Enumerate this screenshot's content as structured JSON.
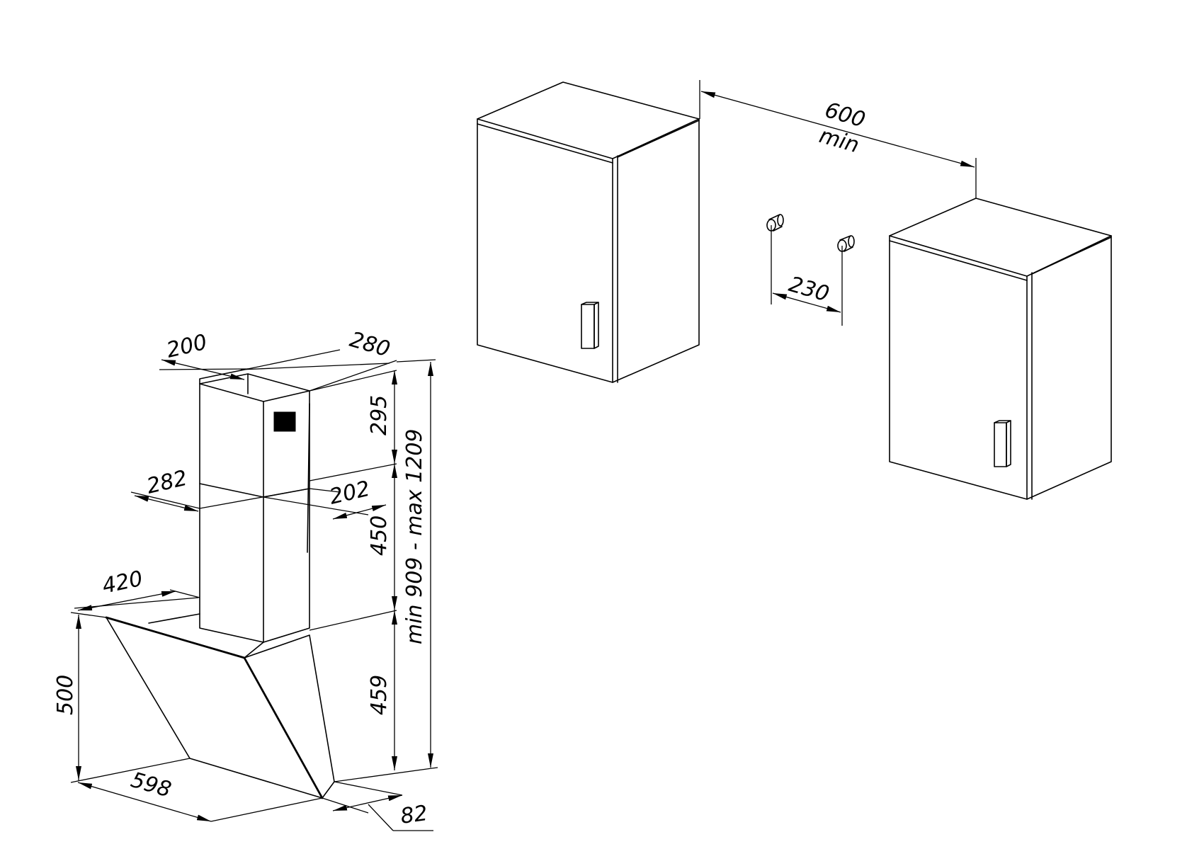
{
  "dimensions": {
    "chimney_top_depth": "200",
    "chimney_top_width": "280",
    "upper_chimney_height": "295",
    "lower_chimney_width": "282",
    "lower_chimney_depth": "202",
    "lower_chimney_height": "450",
    "total_height_range": "min 909 - max 1209",
    "hood_depth_top": "420",
    "hood_body_height": "459",
    "hood_glass_height": "500",
    "hood_width": "598",
    "hood_base_depth": "82",
    "cabinet_gap": "600",
    "cabinet_gap_qualifier": "min",
    "bracket_spacing": "230"
  },
  "colors": {
    "stroke": "#000000",
    "background": "#ffffff"
  }
}
